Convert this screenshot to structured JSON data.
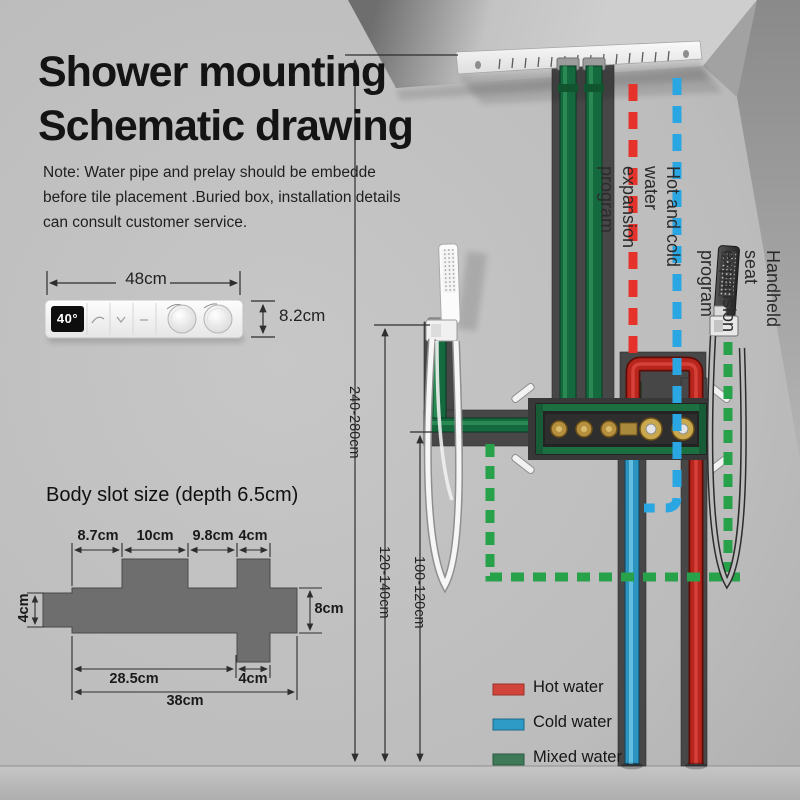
{
  "title": {
    "line1": "Shower mounting",
    "line2": "Schematic drawing"
  },
  "note": "Note: Water pipe and prelay should be embedde\nbefore tile placement .Buried box, installation details\ncan consult customer service.",
  "control_panel": {
    "width_label": "48cm",
    "height_label": "8.2cm",
    "display_temperature": "40°"
  },
  "body_slot": {
    "title": "Body slot size (depth 6.5cm)",
    "top_dims": [
      "8.7cm",
      "10cm",
      "9.8cm",
      "4cm"
    ],
    "left_dim": "4cm",
    "right_dim": "8cm",
    "bottom_dim_main": "28.5cm",
    "bottom_dim_small": "4cm",
    "bottom_dim_total": "38cm"
  },
  "install_dims": {
    "ceiling_height": "240-280cm",
    "valve_height": "120-140cm",
    "handheld_height": "100-120cm"
  },
  "programs": {
    "hot_cold": "Hot and cold water\nexpansion program",
    "handheld": "Handheld seat\nexpansion program"
  },
  "legend": [
    {
      "label": "Hot water",
      "color": "#d0443c"
    },
    {
      "label": "Cold water",
      "color": "#2d9bc6"
    },
    {
      "label": "Mixed water",
      "color": "#3f7a58"
    }
  ],
  "colors": {
    "hot_dashed": "#e5322b",
    "cold_dashed": "#2aa6e3",
    "mixed_dashed": "#27a24b",
    "pipe_green": "#15693e",
    "pipe_red": "#b7251c",
    "pipe_blue": "#2d93bf",
    "wall": "#bcbcbc"
  }
}
